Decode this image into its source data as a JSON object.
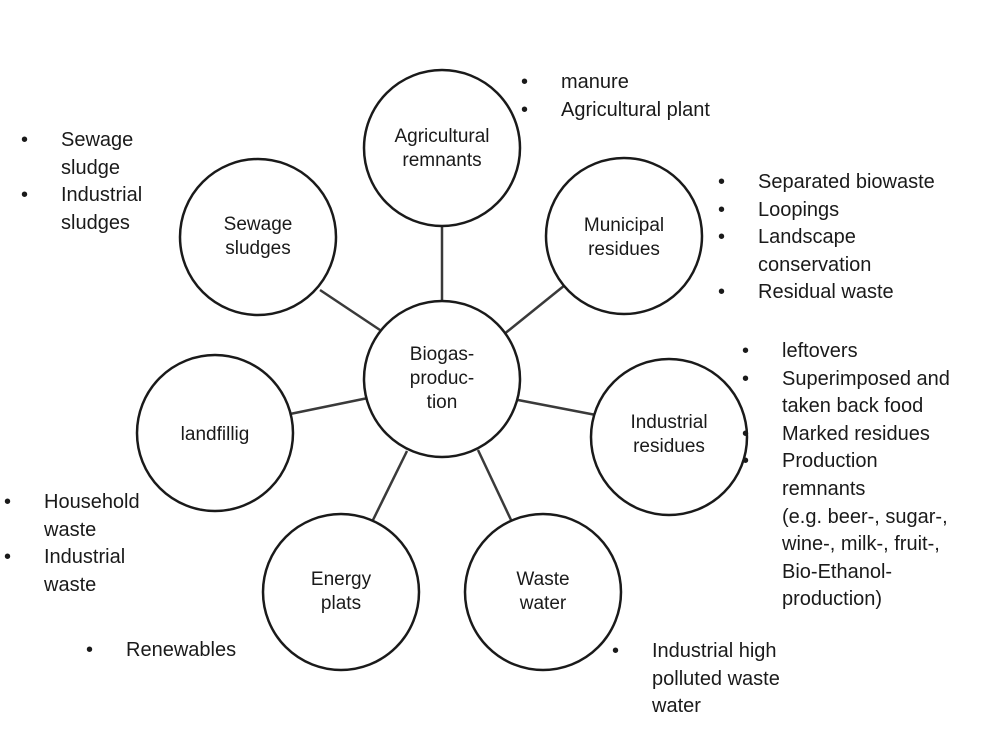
{
  "center": {
    "lines": [
      "Biogas-",
      "produc-",
      "tion"
    ]
  },
  "nodes": {
    "agricultural": {
      "lines": [
        "Agricultural",
        "remnants"
      ]
    },
    "municipal": {
      "lines": [
        "Municipal",
        "residues"
      ]
    },
    "industrial": {
      "lines": [
        "Industrial",
        "residues"
      ]
    },
    "wastewater": {
      "lines": [
        "Waste",
        "water"
      ]
    },
    "energy": {
      "lines": [
        "Energy",
        "plats"
      ]
    },
    "landfill": {
      "lines": [
        "landfillig"
      ]
    },
    "sewage": {
      "lines": [
        "Sewage",
        "sludges"
      ]
    }
  },
  "lists": {
    "agricultural": [
      [
        "manure"
      ],
      [
        "Agricultural plant"
      ]
    ],
    "municipal": [
      [
        "Separated biowaste"
      ],
      [
        "Loopings"
      ],
      [
        "Landscape",
        "conservation"
      ],
      [
        "Residual waste"
      ]
    ],
    "industrial": [
      [
        "leftovers"
      ],
      [
        "Superimposed and",
        "taken back  food"
      ],
      [
        "Marked residues"
      ],
      [
        "Production",
        "remnants",
        "(e.g. beer-, sugar-,",
        "wine-, milk-, fruit-,",
        "Bio-Ethanol-",
        "production)"
      ]
    ],
    "wastewater": [
      [
        "Industrial high",
        "polluted waste",
        "water"
      ]
    ],
    "energy": [
      [
        "Renewables"
      ]
    ],
    "landfill": [
      [
        "Household",
        "waste"
      ],
      [
        "Industrial",
        "waste"
      ]
    ],
    "sewage": [
      [
        "Sewage",
        "sludge"
      ],
      [
        "Industrial",
        "sludges"
      ]
    ]
  }
}
